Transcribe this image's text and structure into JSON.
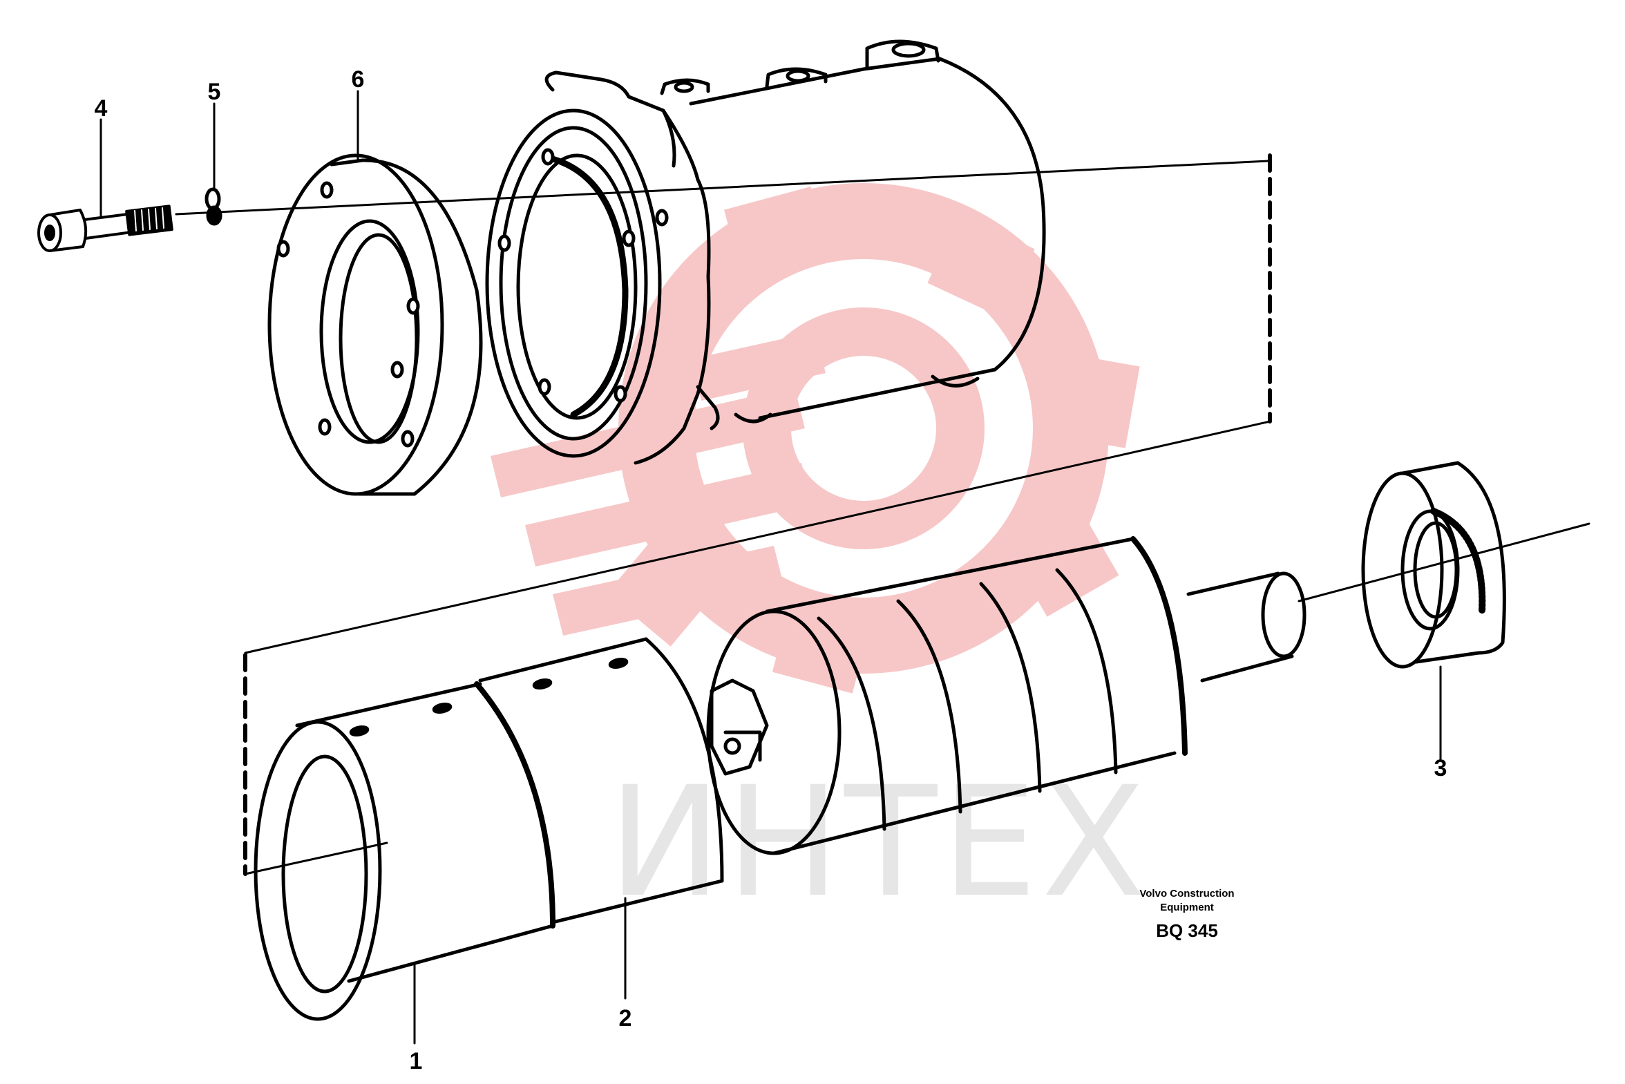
{
  "diagram": {
    "callouts": [
      {
        "id": "1",
        "label": "1"
      },
      {
        "id": "2",
        "label": "2"
      },
      {
        "id": "3",
        "label": "3"
      },
      {
        "id": "4",
        "label": "4"
      },
      {
        "id": "5",
        "label": "5"
      },
      {
        "id": "6",
        "label": "6"
      }
    ],
    "caption": {
      "line1": "Volvo Construction",
      "line2": "Equipment",
      "code": "BQ 345"
    }
  },
  "watermark": {
    "text": "ИНТЕХ",
    "color": "#f2aaaa"
  },
  "colors": {
    "line": "#000000",
    "background": "#ffffff",
    "watermark_logo": "#f4b4b4",
    "watermark_text": "#e6e6e6"
  }
}
